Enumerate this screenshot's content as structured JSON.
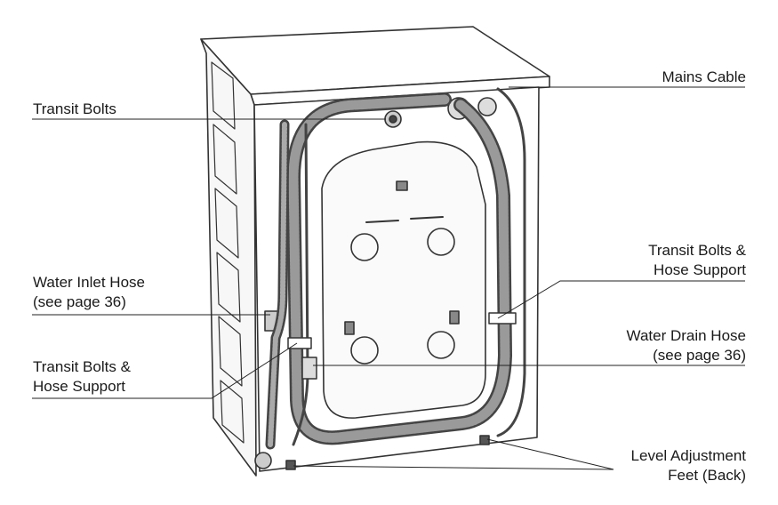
{
  "labels": {
    "mains_cable": "Mains Cable",
    "transit_bolts_top": "Transit Bolts",
    "transit_bolts_right": [
      "Transit Bolts &",
      "Hose Support"
    ],
    "water_inlet_hose": [
      "Water Inlet Hose",
      "(see page 36)"
    ],
    "water_drain_hose": [
      "Water Drain Hose",
      "(see page 36)"
    ],
    "transit_bolts_left": [
      "Transit Bolts &",
      "Hose Support"
    ],
    "level_feet": [
      "Level Adjustment",
      "Feet (Back)"
    ]
  }
}
